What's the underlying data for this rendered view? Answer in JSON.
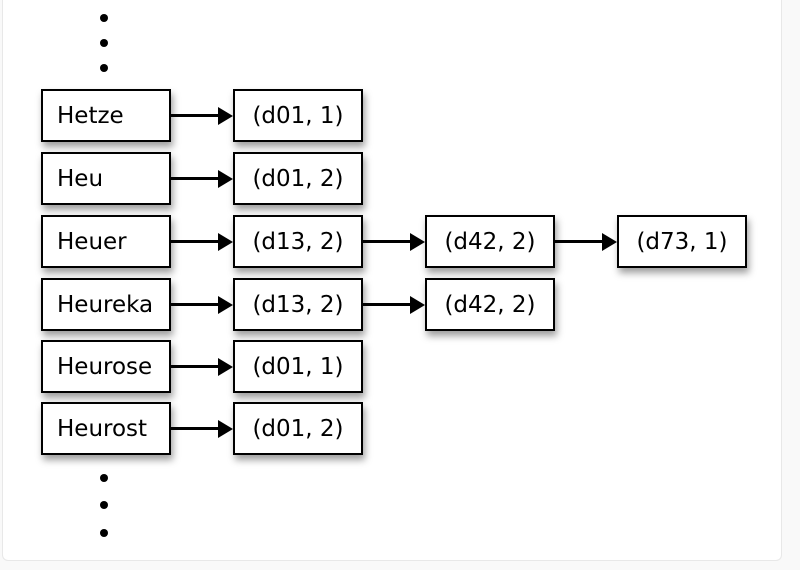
{
  "diagram": {
    "title_hint": "inverted-index dictionary with postings lists",
    "rows": [
      {
        "term": "Hetze",
        "postings": [
          "(d01, 1)"
        ]
      },
      {
        "term": "Heu",
        "postings": [
          "(d01, 2)"
        ]
      },
      {
        "term": "Heuer",
        "postings": [
          "(d13, 2)",
          "(d42, 2)",
          "(d73, 1)"
        ]
      },
      {
        "term": "Heureka",
        "postings": [
          "(d13, 2)",
          "(d42, 2)"
        ]
      },
      {
        "term": "Heurose",
        "postings": [
          "(d01, 1)"
        ]
      },
      {
        "term": "Heurost",
        "postings": [
          "(d01, 2)"
        ]
      }
    ],
    "ellipses": {
      "top_dots": 3,
      "bottom_dots": 3
    },
    "colors": {
      "page_bg": "#f9f9f9",
      "canvas_bg": "#ffffff",
      "box_fill": "#ffffff",
      "box_border": "#000000",
      "text": "#000000",
      "arrow": "#000000",
      "shadow": "rgba(0,0,0,0.38)",
      "card_edge": "#e8e8e8"
    }
  }
}
